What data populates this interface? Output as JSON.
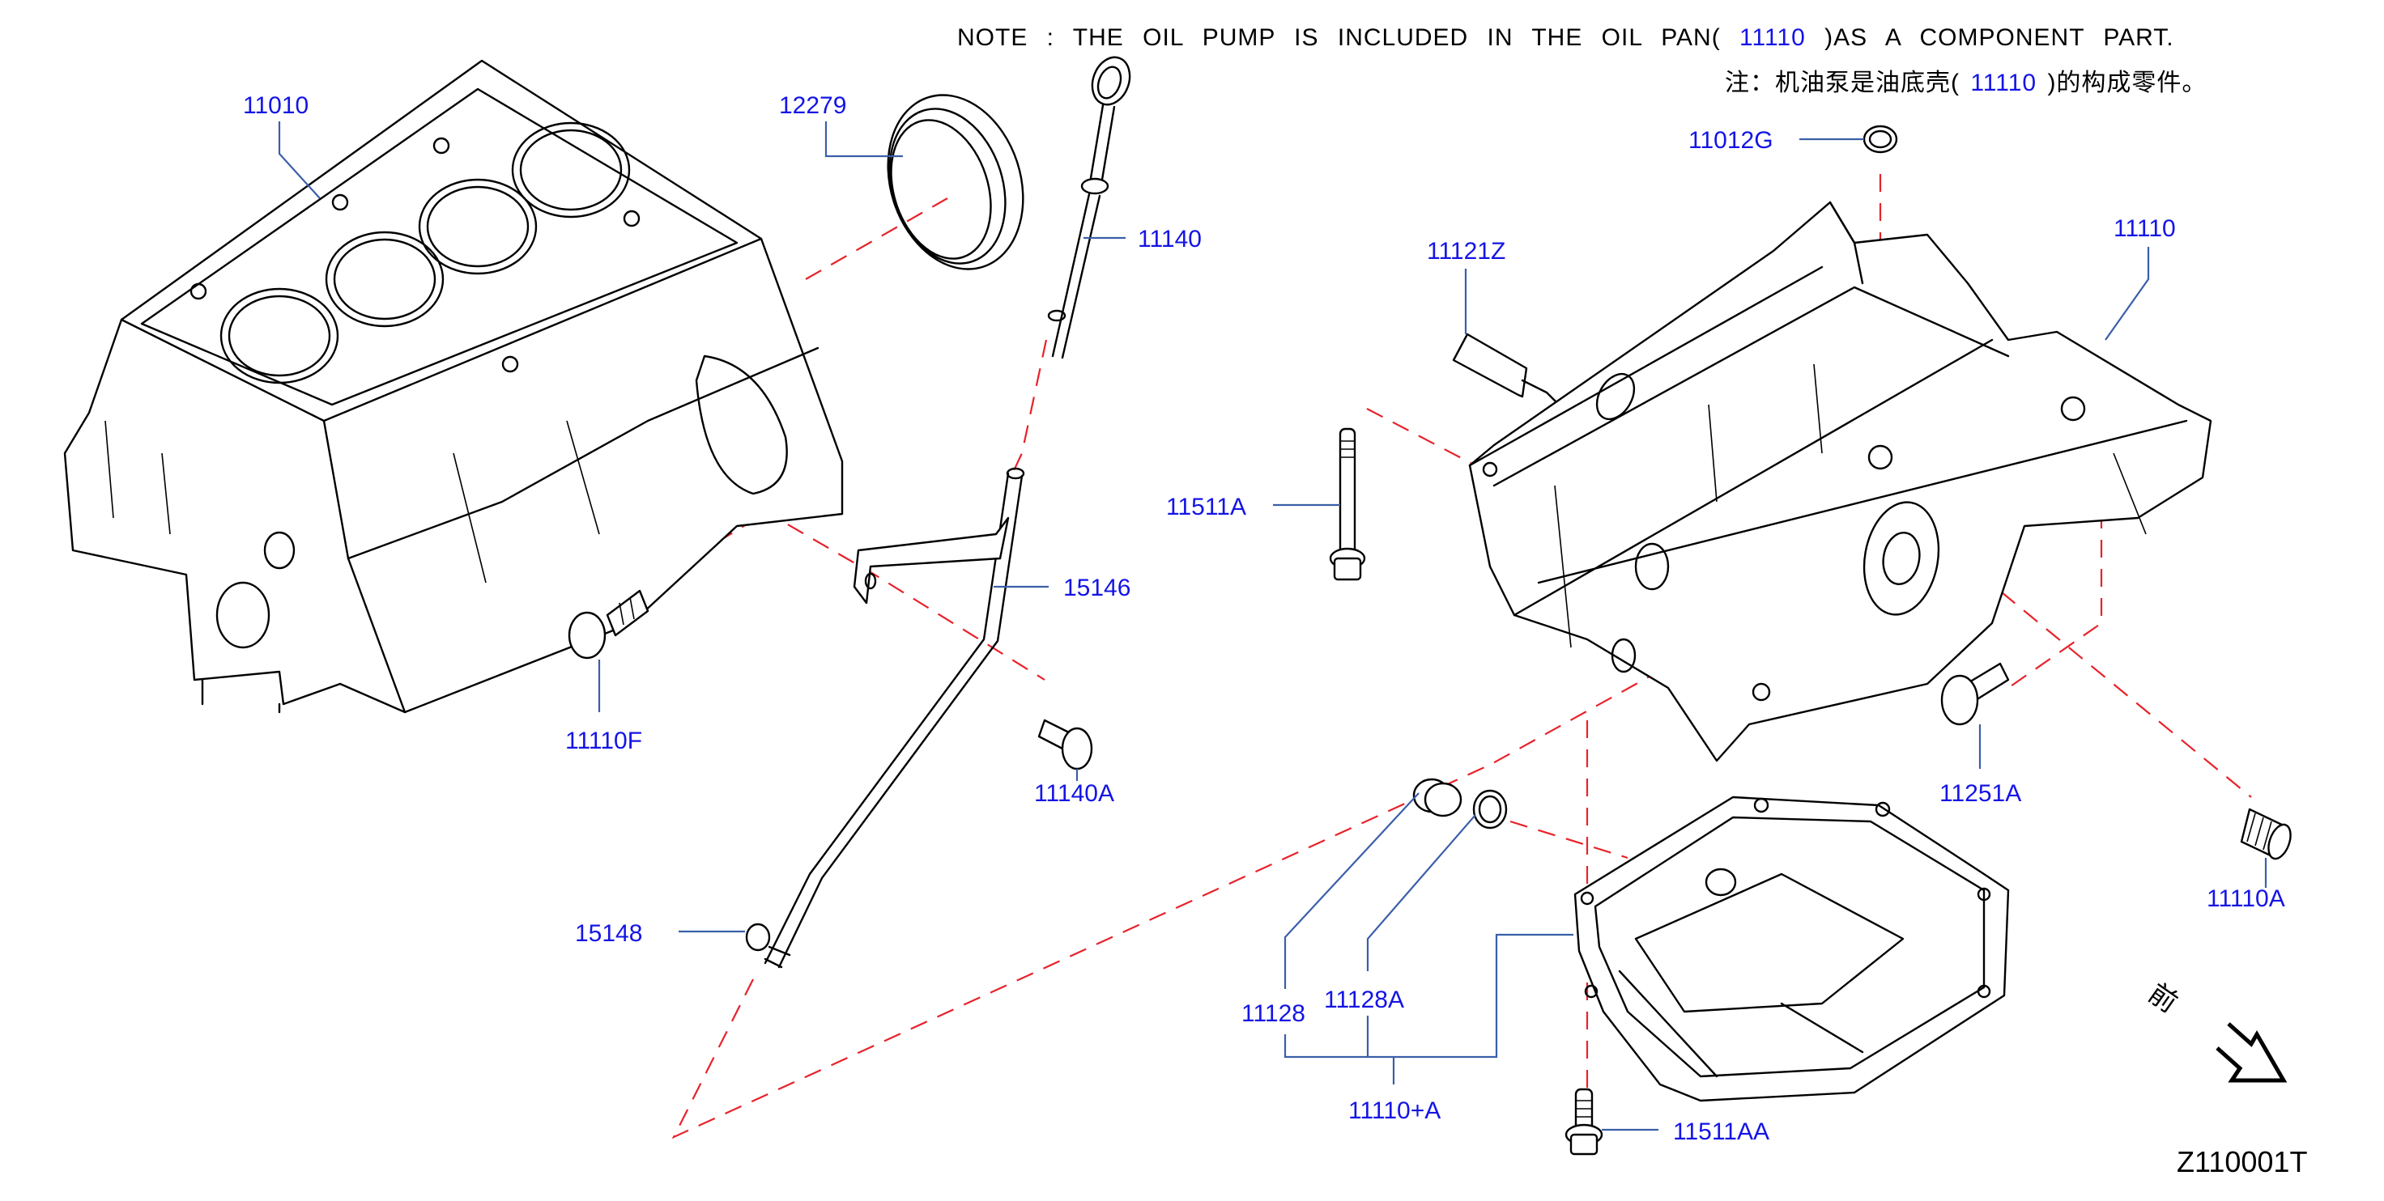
{
  "note": {
    "en_prefix": "NOTE : THE OIL PUMP IS INCLUDED IN THE OIL PAN(",
    "en_part": "11110",
    "en_suffix": ")AS A COMPONENT PART.",
    "zh_prefix": "注：机油泵是油底壳(",
    "zh_part": "11110",
    "zh_suffix": ")的构成零件。"
  },
  "colors": {
    "callout": "#1414e6",
    "leader": "#3a5fa8",
    "assembly_line": "#e8222a",
    "outline": "#000000"
  },
  "parts": {
    "cylinder_block": {
      "callout": "11010"
    },
    "rear_oil_seal": {
      "callout": "12279"
    },
    "oil_level_gauge": {
      "callout": "11140"
    },
    "gauge_guide": {
      "callout": "15146"
    },
    "bolt_block_f": {
      "callout": "11110F"
    },
    "bolt_guide": {
      "callout": "11140A"
    },
    "o_ring_guide": {
      "callout": "15148"
    },
    "seal_ring": {
      "callout": "11012G"
    },
    "liquid_gasket": {
      "callout": "11121Z"
    },
    "oil_pan_upper": {
      "callout": "11110"
    },
    "bolt_long": {
      "callout": "11511A"
    },
    "bolt_pan": {
      "callout": "11251A"
    },
    "stud": {
      "callout": "11110A"
    },
    "drain_plug": {
      "callout": "11128"
    },
    "drain_washer": {
      "callout": "11128A"
    },
    "oil_pan_lower": {
      "callout": "11110+A"
    },
    "bolt_lower": {
      "callout": "11511AA"
    }
  },
  "front_indicator": {
    "label": "前",
    "icon": "front-direction-arrow-icon"
  },
  "diagram_code": "Z110001T"
}
